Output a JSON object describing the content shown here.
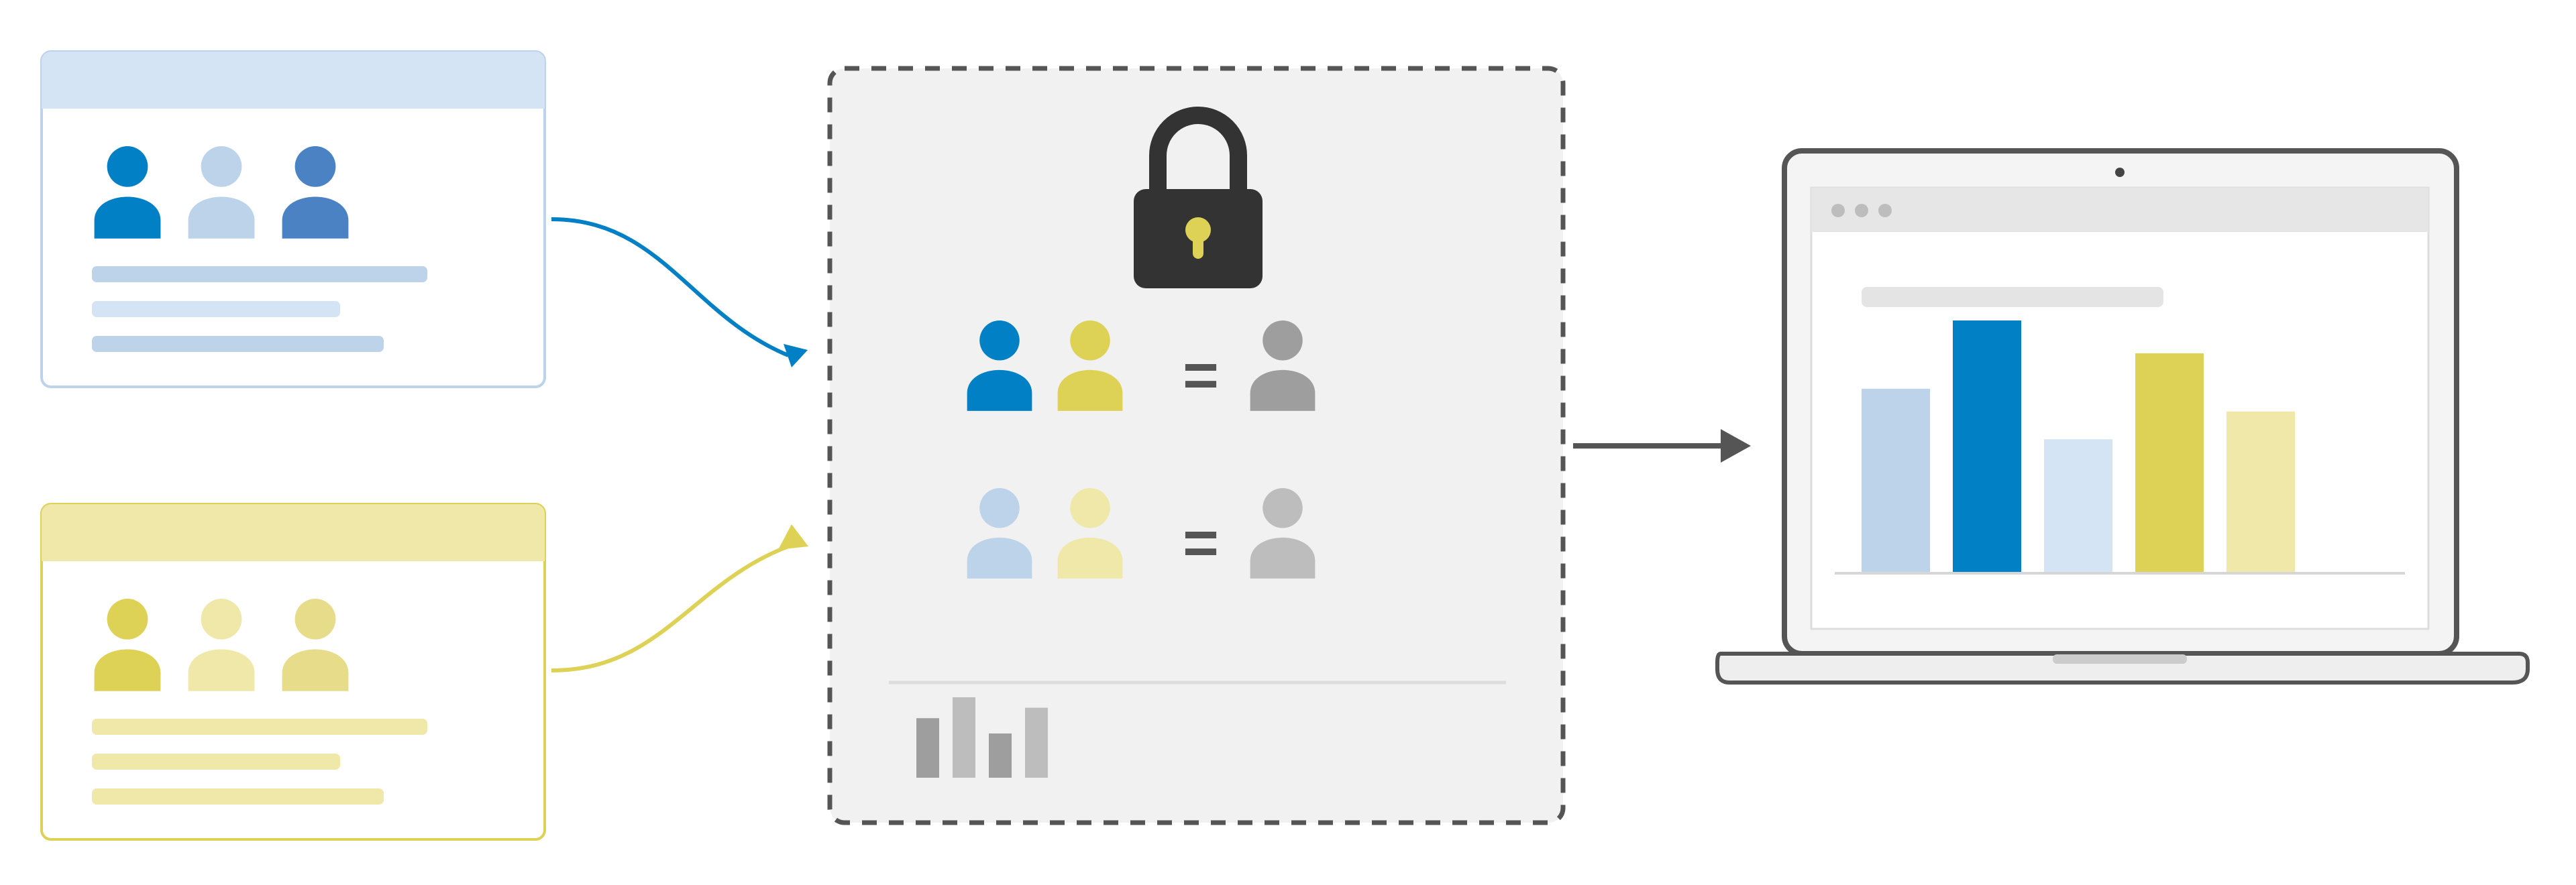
{
  "colors": {
    "blue": "#0280c5",
    "blue_light": "#bcd3ea",
    "blue_pale": "#d4e4f4",
    "blue_mid": "#4a82c4",
    "yellow": "#ddd255",
    "yellow_light": "#f0e8a8",
    "yellow_mid": "#e7dc8a",
    "gray_dark": "#333333",
    "gray_mid": "#9e9e9e",
    "gray_light": "#bdbdbd",
    "panel_bg": "#f1f1f1",
    "stroke": "#555555"
  },
  "source_blue": {
    "people": [
      {
        "color": "#0280c5"
      },
      {
        "color": "#bcd3ea"
      },
      {
        "color": "#4a82c4"
      }
    ],
    "line_colors": [
      "#bcd3ea",
      "#d4e4f4",
      "#bcd3ea"
    ],
    "line_fill": [
      1.0,
      0.74,
      0.87
    ]
  },
  "source_yellow": {
    "people": [
      {
        "color": "#ddd255"
      },
      {
        "color": "#f0e8a8"
      },
      {
        "color": "#e7dc8a"
      }
    ],
    "line_colors": [
      "#f0e8a8",
      "#f0e8a8",
      "#f0e8a8"
    ],
    "line_fill": [
      1.0,
      0.74,
      0.87
    ]
  },
  "secure_room": {
    "lock_icon": "padlock-icon",
    "rows": [
      {
        "left": "#0280c5",
        "right": "#ddd255",
        "symbol": "=",
        "result": "#9e9e9e"
      },
      {
        "left": "#bcd3ea",
        "right": "#f0e8a8",
        "symbol": "=",
        "result": "#bdbdbd"
      }
    ],
    "mini_bars": [
      0.74,
      1.0,
      0.55,
      0.87
    ],
    "mini_bar_colors": [
      "#9e9e9e",
      "#bdbdbd",
      "#9e9e9e",
      "#bdbdbd"
    ]
  },
  "laptop": {
    "bars": [
      {
        "value": 0.73,
        "color": "#bcd3ea"
      },
      {
        "value": 1.0,
        "color": "#0280c5"
      },
      {
        "value": 0.53,
        "color": "#d4e4f4"
      },
      {
        "value": 0.87,
        "color": "#ddd255"
      },
      {
        "value": 0.64,
        "color": "#f0e8a8"
      }
    ]
  }
}
